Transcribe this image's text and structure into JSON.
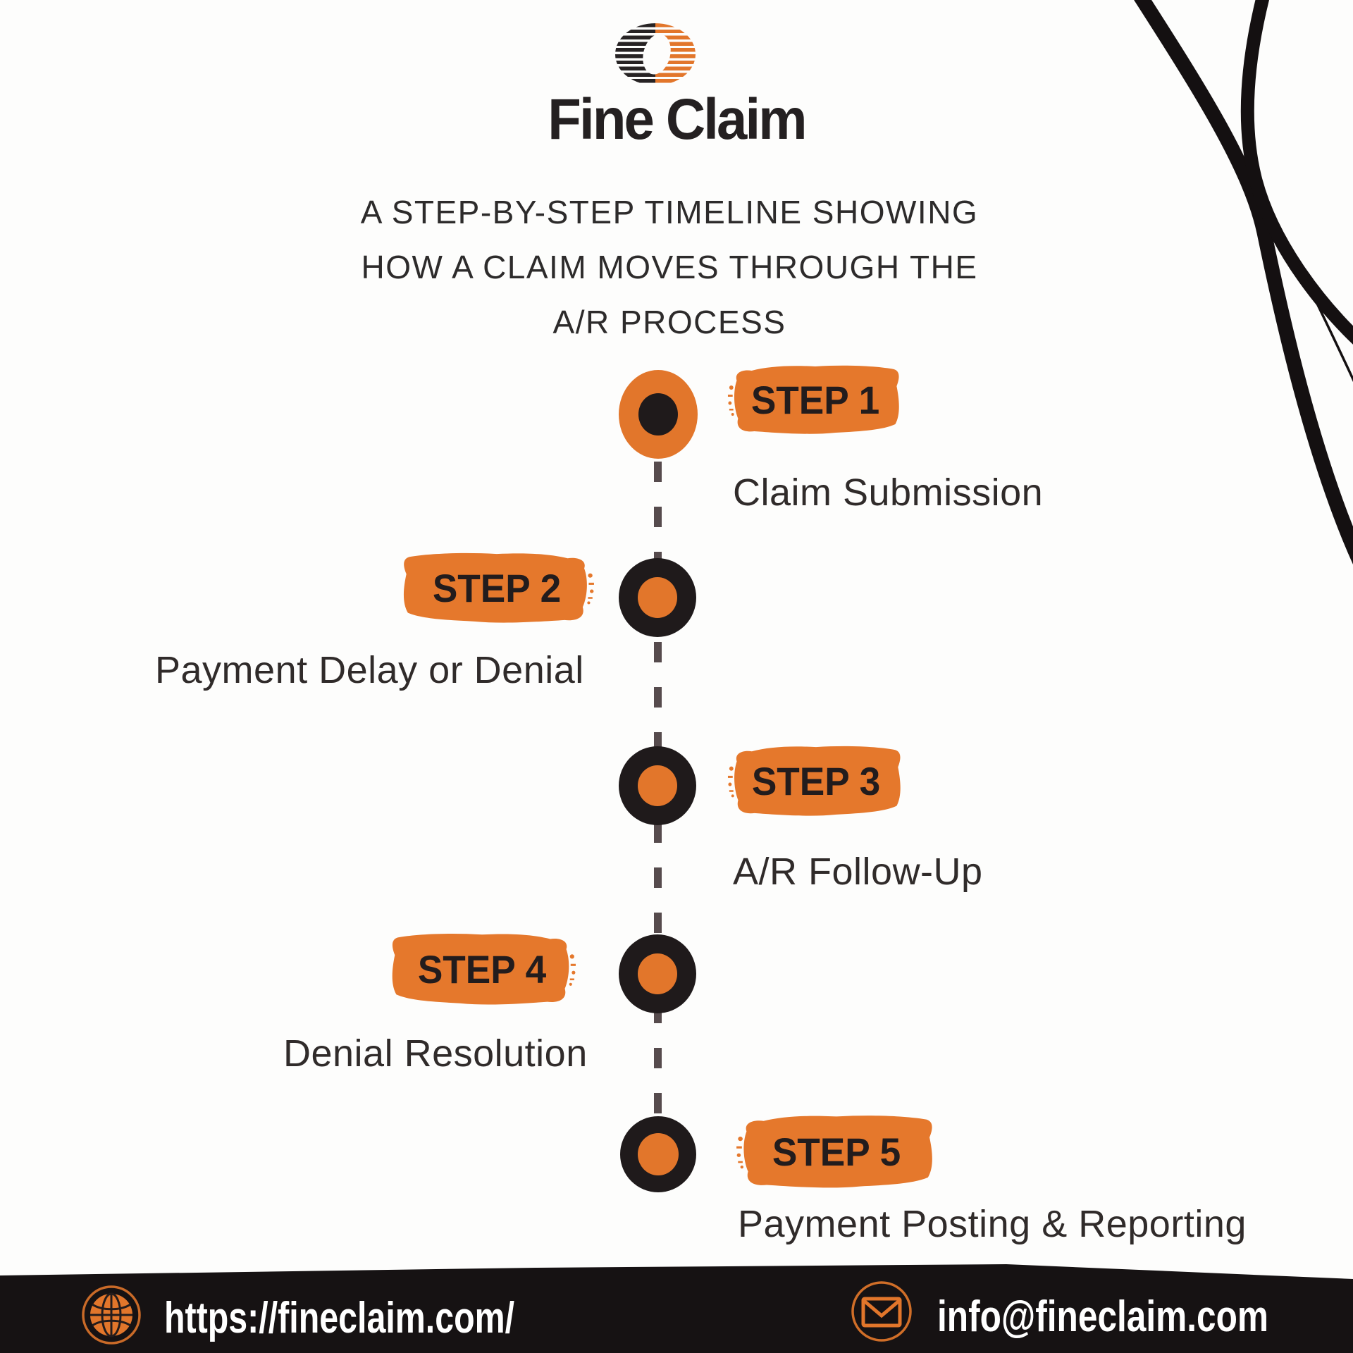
{
  "brand": {
    "name": "Fine Claim",
    "logo_icon": "fine-claim-logo"
  },
  "subtitle_lines": [
    "A STEP-BY-STEP TIMELINE SHOWING",
    "HOW A CLAIM MOVES THROUGH THE",
    "A/R PROCESS"
  ],
  "steps": [
    {
      "label": "STEP 1",
      "description": "Claim Submission",
      "side": "right",
      "node_style": "orange-filled"
    },
    {
      "label": "STEP 2",
      "description": "Payment Delay or Denial",
      "side": "left",
      "node_style": "black-ring"
    },
    {
      "label": "STEP 3",
      "description": "A/R Follow-Up",
      "side": "right",
      "node_style": "black-ring"
    },
    {
      "label": "STEP 4",
      "description": "Denial Resolution",
      "side": "left",
      "node_style": "black-ring"
    },
    {
      "label": "STEP 5",
      "description": "Payment Posting & Reporting",
      "side": "right",
      "node_style": "black-ring"
    }
  ],
  "footer": {
    "website": "https://fineclaim.com/",
    "email": "info@fineclaim.com",
    "website_icon": "globe-icon",
    "email_icon": "envelope-icon"
  },
  "colors": {
    "orange": "#e2762b",
    "badge_orange": "#e5782c",
    "ink_black": "#242021",
    "dash_gray": "#564b4d",
    "footer_bg": "#161213",
    "background": "#fdfdfc"
  }
}
